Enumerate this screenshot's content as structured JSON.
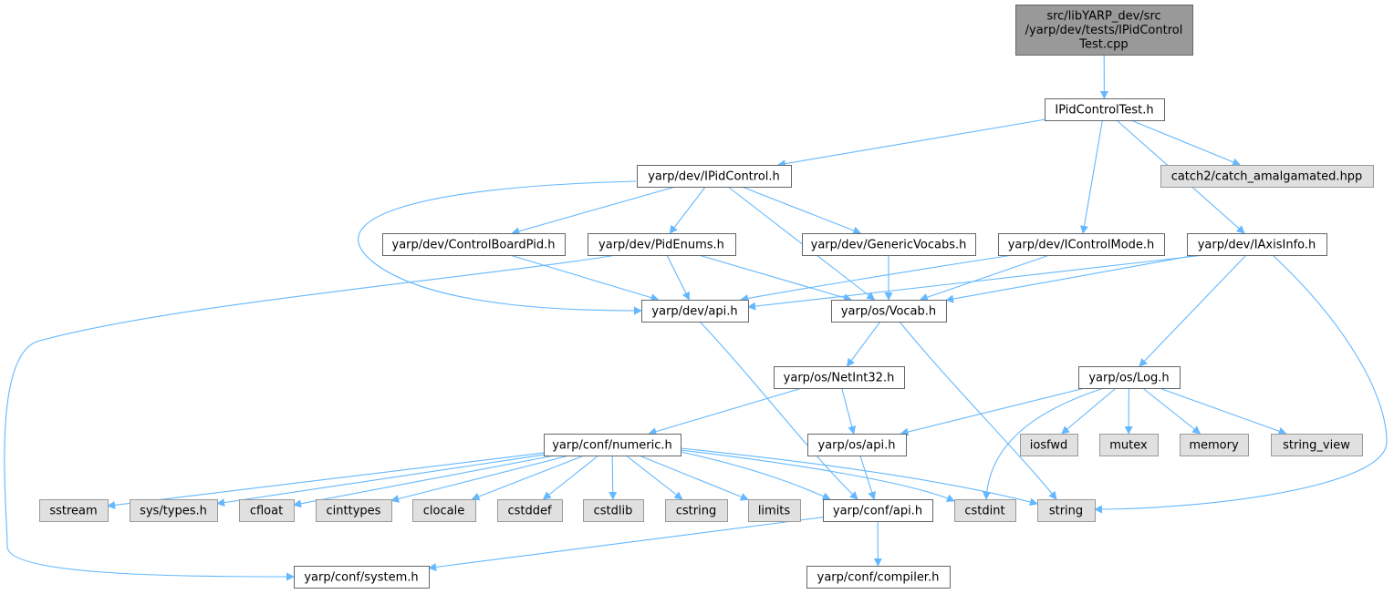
{
  "colors": {
    "edge": "#63b8ff",
    "root_fill": "#999999",
    "root_border": "#666666",
    "header_fill": "#ffffff",
    "header_border": "#666666",
    "external_fill": "#e0e0e0",
    "external_border": "#999999"
  },
  "nodes": [
    {
      "id": "root",
      "kind": "root",
      "lines": [
        "src/libYARP_dev/src",
        "/yarp/dev/tests/IPidControl",
        "Test.cpp"
      ]
    },
    {
      "id": "ipidcontroltest",
      "kind": "header",
      "lines": [
        "IPidControlTest.h"
      ]
    },
    {
      "id": "ipidcontrol",
      "kind": "header",
      "lines": [
        "yarp/dev/IPidControl.h"
      ]
    },
    {
      "id": "catch2",
      "kind": "external",
      "lines": [
        "catch2/catch_amalgamated.hpp"
      ]
    },
    {
      "id": "controlboardpid",
      "kind": "header",
      "lines": [
        "yarp/dev/ControlBoardPid.h"
      ]
    },
    {
      "id": "pidenums",
      "kind": "header",
      "lines": [
        "yarp/dev/PidEnums.h"
      ]
    },
    {
      "id": "genericvocabs",
      "kind": "header",
      "lines": [
        "yarp/dev/GenericVocabs.h"
      ]
    },
    {
      "id": "icontrolmode",
      "kind": "header",
      "lines": [
        "yarp/dev/IControlMode.h"
      ]
    },
    {
      "id": "iaxisinfo",
      "kind": "header",
      "lines": [
        "yarp/dev/IAxisInfo.h"
      ]
    },
    {
      "id": "devapi",
      "kind": "header",
      "lines": [
        "yarp/dev/api.h"
      ]
    },
    {
      "id": "vocab",
      "kind": "header",
      "lines": [
        "yarp/os/Vocab.h"
      ]
    },
    {
      "id": "netint32",
      "kind": "header",
      "lines": [
        "yarp/os/NetInt32.h"
      ]
    },
    {
      "id": "log",
      "kind": "header",
      "lines": [
        "yarp/os/Log.h"
      ]
    },
    {
      "id": "numeric",
      "kind": "header",
      "lines": [
        "yarp/conf/numeric.h"
      ]
    },
    {
      "id": "osapi",
      "kind": "header",
      "lines": [
        "yarp/os/api.h"
      ]
    },
    {
      "id": "iosfwd",
      "kind": "external",
      "lines": [
        "iosfwd"
      ]
    },
    {
      "id": "mutex",
      "kind": "external",
      "lines": [
        "mutex"
      ]
    },
    {
      "id": "memory",
      "kind": "external",
      "lines": [
        "memory"
      ]
    },
    {
      "id": "string_view",
      "kind": "external",
      "lines": [
        "string_view"
      ]
    },
    {
      "id": "sstream",
      "kind": "external",
      "lines": [
        "sstream"
      ]
    },
    {
      "id": "systypes",
      "kind": "external",
      "lines": [
        "sys/types.h"
      ]
    },
    {
      "id": "cfloat",
      "kind": "external",
      "lines": [
        "cfloat"
      ]
    },
    {
      "id": "cinttypes",
      "kind": "external",
      "lines": [
        "cinttypes"
      ]
    },
    {
      "id": "clocale",
      "kind": "external",
      "lines": [
        "clocale"
      ]
    },
    {
      "id": "cstddef",
      "kind": "external",
      "lines": [
        "cstddef"
      ]
    },
    {
      "id": "cstdlib",
      "kind": "external",
      "lines": [
        "cstdlib"
      ]
    },
    {
      "id": "cstring",
      "kind": "external",
      "lines": [
        "cstring"
      ]
    },
    {
      "id": "limits",
      "kind": "external",
      "lines": [
        "limits"
      ]
    },
    {
      "id": "confapi",
      "kind": "header",
      "lines": [
        "yarp/conf/api.h"
      ]
    },
    {
      "id": "cstdint",
      "kind": "external",
      "lines": [
        "cstdint"
      ]
    },
    {
      "id": "string",
      "kind": "external",
      "lines": [
        "string"
      ]
    },
    {
      "id": "system",
      "kind": "header",
      "lines": [
        "yarp/conf/system.h"
      ]
    },
    {
      "id": "compiler",
      "kind": "header",
      "lines": [
        "yarp/conf/compiler.h"
      ]
    }
  ],
  "edges": [
    [
      "root",
      "ipidcontroltest"
    ],
    [
      "ipidcontroltest",
      "ipidcontrol"
    ],
    [
      "ipidcontroltest",
      "catch2"
    ],
    [
      "ipidcontroltest",
      "icontrolmode"
    ],
    [
      "ipidcontroltest",
      "iaxisinfo"
    ],
    [
      "ipidcontrol",
      "controlboardpid"
    ],
    [
      "ipidcontrol",
      "pidenums"
    ],
    [
      "ipidcontrol",
      "genericvocabs"
    ],
    [
      "ipidcontrol",
      "devapi"
    ],
    [
      "ipidcontrol",
      "vocab"
    ],
    [
      "controlboardpid",
      "devapi"
    ],
    [
      "pidenums",
      "devapi"
    ],
    [
      "pidenums",
      "vocab"
    ],
    [
      "pidenums",
      "system"
    ],
    [
      "genericvocabs",
      "vocab"
    ],
    [
      "icontrolmode",
      "devapi"
    ],
    [
      "icontrolmode",
      "vocab"
    ],
    [
      "iaxisinfo",
      "devapi"
    ],
    [
      "iaxisinfo",
      "vocab"
    ],
    [
      "iaxisinfo",
      "log"
    ],
    [
      "iaxisinfo",
      "string"
    ],
    [
      "devapi",
      "confapi"
    ],
    [
      "vocab",
      "netint32"
    ],
    [
      "vocab",
      "string"
    ],
    [
      "netint32",
      "numeric"
    ],
    [
      "netint32",
      "osapi"
    ],
    [
      "log",
      "osapi"
    ],
    [
      "log",
      "iosfwd"
    ],
    [
      "log",
      "mutex"
    ],
    [
      "log",
      "memory"
    ],
    [
      "log",
      "string_view"
    ],
    [
      "log",
      "cstdint"
    ],
    [
      "osapi",
      "confapi"
    ],
    [
      "numeric",
      "sstream"
    ],
    [
      "numeric",
      "systypes"
    ],
    [
      "numeric",
      "cfloat"
    ],
    [
      "numeric",
      "cinttypes"
    ],
    [
      "numeric",
      "clocale"
    ],
    [
      "numeric",
      "cstddef"
    ],
    [
      "numeric",
      "cstdlib"
    ],
    [
      "numeric",
      "cstring"
    ],
    [
      "numeric",
      "limits"
    ],
    [
      "numeric",
      "confapi"
    ],
    [
      "numeric",
      "cstdint"
    ],
    [
      "numeric",
      "string"
    ],
    [
      "confapi",
      "system"
    ],
    [
      "confapi",
      "compiler"
    ]
  ]
}
